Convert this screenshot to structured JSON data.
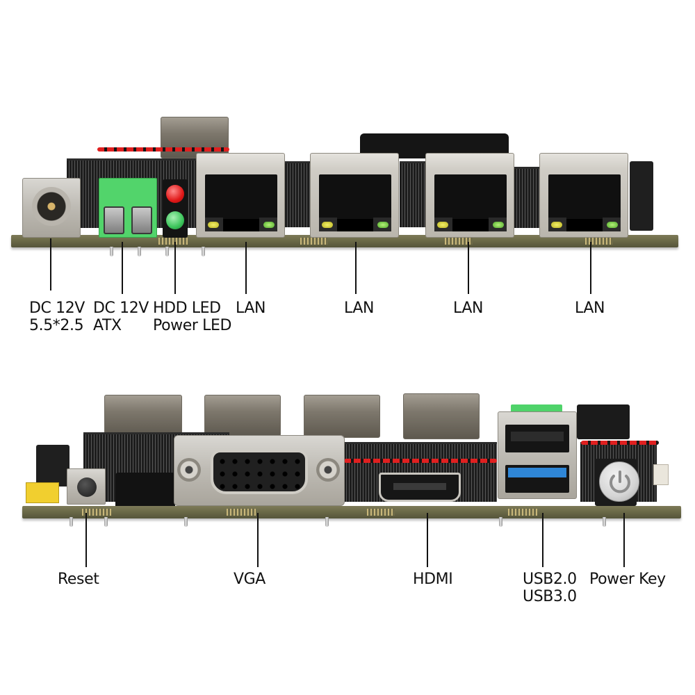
{
  "image": {
    "type": "annotated-product-photo",
    "subject": "mini-ITX motherboard I/O panel views",
    "background_color": "#ffffff"
  },
  "top_view": {
    "name": "rear I/O (top)",
    "components": [
      {
        "id": "dc-jack",
        "label_lines": [
          "DC 12V",
          "5.5*2.5"
        ]
      },
      {
        "id": "atx-terminal",
        "label_lines": [
          "DC 12V",
          "ATX"
        ],
        "color": "#4fd36a"
      },
      {
        "id": "status-leds",
        "label_lines": [
          "HDD LED",
          "Power LED"
        ],
        "led_colors": [
          "#e81d1d",
          "#3bc45a"
        ]
      },
      {
        "id": "lan-1",
        "label_lines": [
          "LAN"
        ]
      },
      {
        "id": "lan-2",
        "label_lines": [
          "LAN"
        ]
      },
      {
        "id": "lan-3",
        "label_lines": [
          "LAN"
        ]
      },
      {
        "id": "lan-4",
        "label_lines": [
          "LAN"
        ]
      }
    ]
  },
  "bottom_view": {
    "name": "front I/O (bottom)",
    "components": [
      {
        "id": "reset-button",
        "label_lines": [
          "Reset"
        ]
      },
      {
        "id": "vga-port",
        "label_lines": [
          "VGA"
        ]
      },
      {
        "id": "hdmi-port",
        "label_lines": [
          "HDMI"
        ]
      },
      {
        "id": "usb-stack",
        "label_lines": [
          "USB2.0",
          "USB3.0"
        ],
        "usb3_color": "#2f86d6"
      },
      {
        "id": "power-key",
        "label_lines": [
          "Power Key"
        ],
        "icon": "power-icon"
      }
    ]
  }
}
